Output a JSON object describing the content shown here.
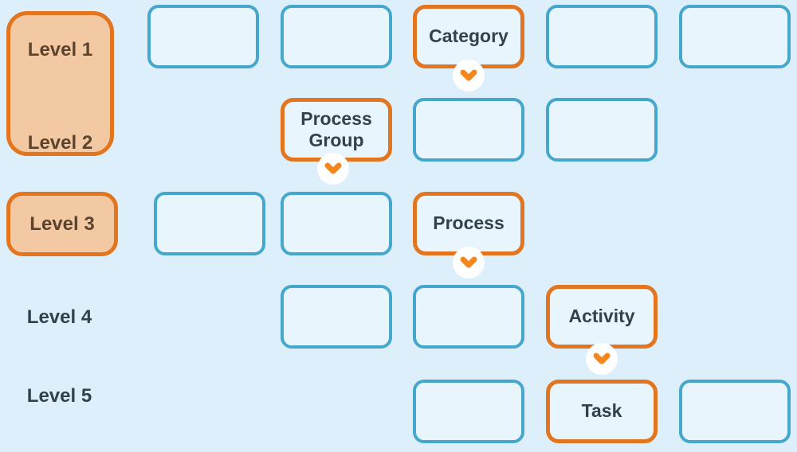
{
  "diagram": {
    "levels": [
      {
        "label": "Level 1"
      },
      {
        "label": "Level 2"
      },
      {
        "label": "Level 3"
      },
      {
        "label": "Level 4"
      },
      {
        "label": "Level 5"
      }
    ],
    "nodes": [
      {
        "label": "Category",
        "level": 1
      },
      {
        "label": "Process Group",
        "level": 2
      },
      {
        "label": "Process",
        "level": 3
      },
      {
        "label": "Activity",
        "level": 4
      },
      {
        "label": "Task",
        "level": 5
      }
    ],
    "connector_icon": "chevron-down",
    "colors": {
      "background": "#ddeffa",
      "box_fill": "#e9f5fc",
      "box_border_blue": "#44a7cb",
      "highlight_border_orange": "#e2751d",
      "level_fill_tan": "#f2c9a3",
      "level_text_brown": "#5c432d",
      "node_text_dark": "#32414b",
      "arrow_orange": "#f5861c",
      "arrow_circle_white": "#ffffff"
    }
  }
}
